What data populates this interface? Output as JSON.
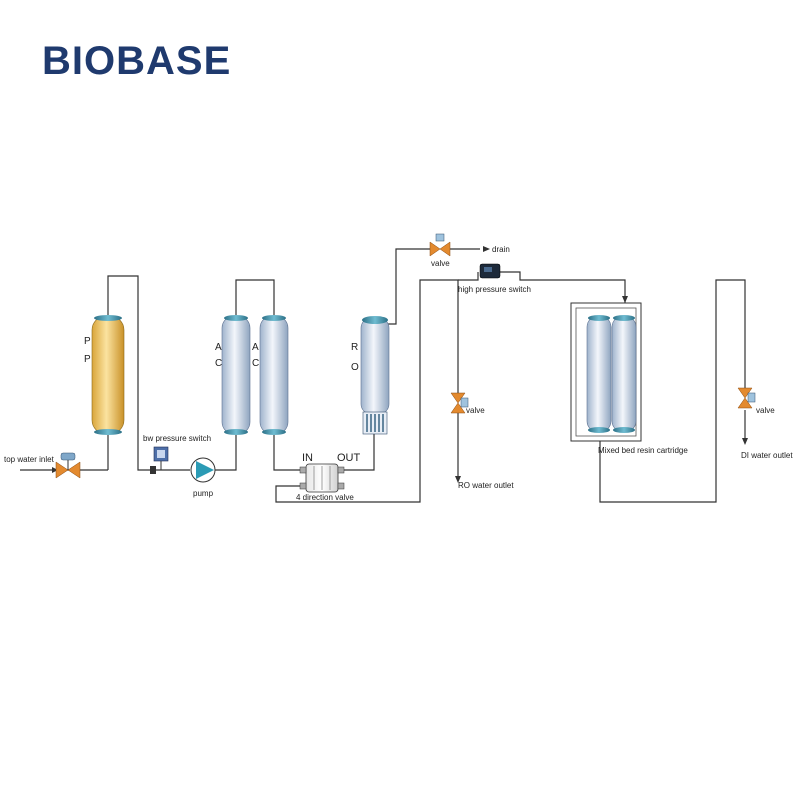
{
  "brand": {
    "logo_text": "BIOBASE",
    "color": "#1f3a6e"
  },
  "colors": {
    "pp_vessel": "#f2c760",
    "vessel": "#dfe8f3",
    "vessel_cap": "#3f8fa8",
    "valve": "#e38a2f",
    "pump": "#2b9bb5",
    "pipe": "#333333"
  },
  "labels": {
    "tap_inlet": "top water inlet",
    "bw_pressure_switch": "bw pressure switch",
    "pump": "pump",
    "in": "IN",
    "out": "OUT",
    "four_way_valve": "4 direction valve",
    "valve_drain": "valve",
    "drain": "drain",
    "high_pressure_switch": "high pressure switch",
    "valve_ro": "valve",
    "ro_outlet": "RO water outlet",
    "mixed_bed": "Mixed bed resin cartridge",
    "valve_di": "valve",
    "di_outlet": "DI water outlet"
  },
  "vessel_letters": {
    "pp_1": "P",
    "pp_2": "P",
    "ac1_1": "A",
    "ac1_2": "C",
    "ac2_1": "A",
    "ac2_2": "C",
    "ro_1": "R",
    "ro_2": "O"
  }
}
